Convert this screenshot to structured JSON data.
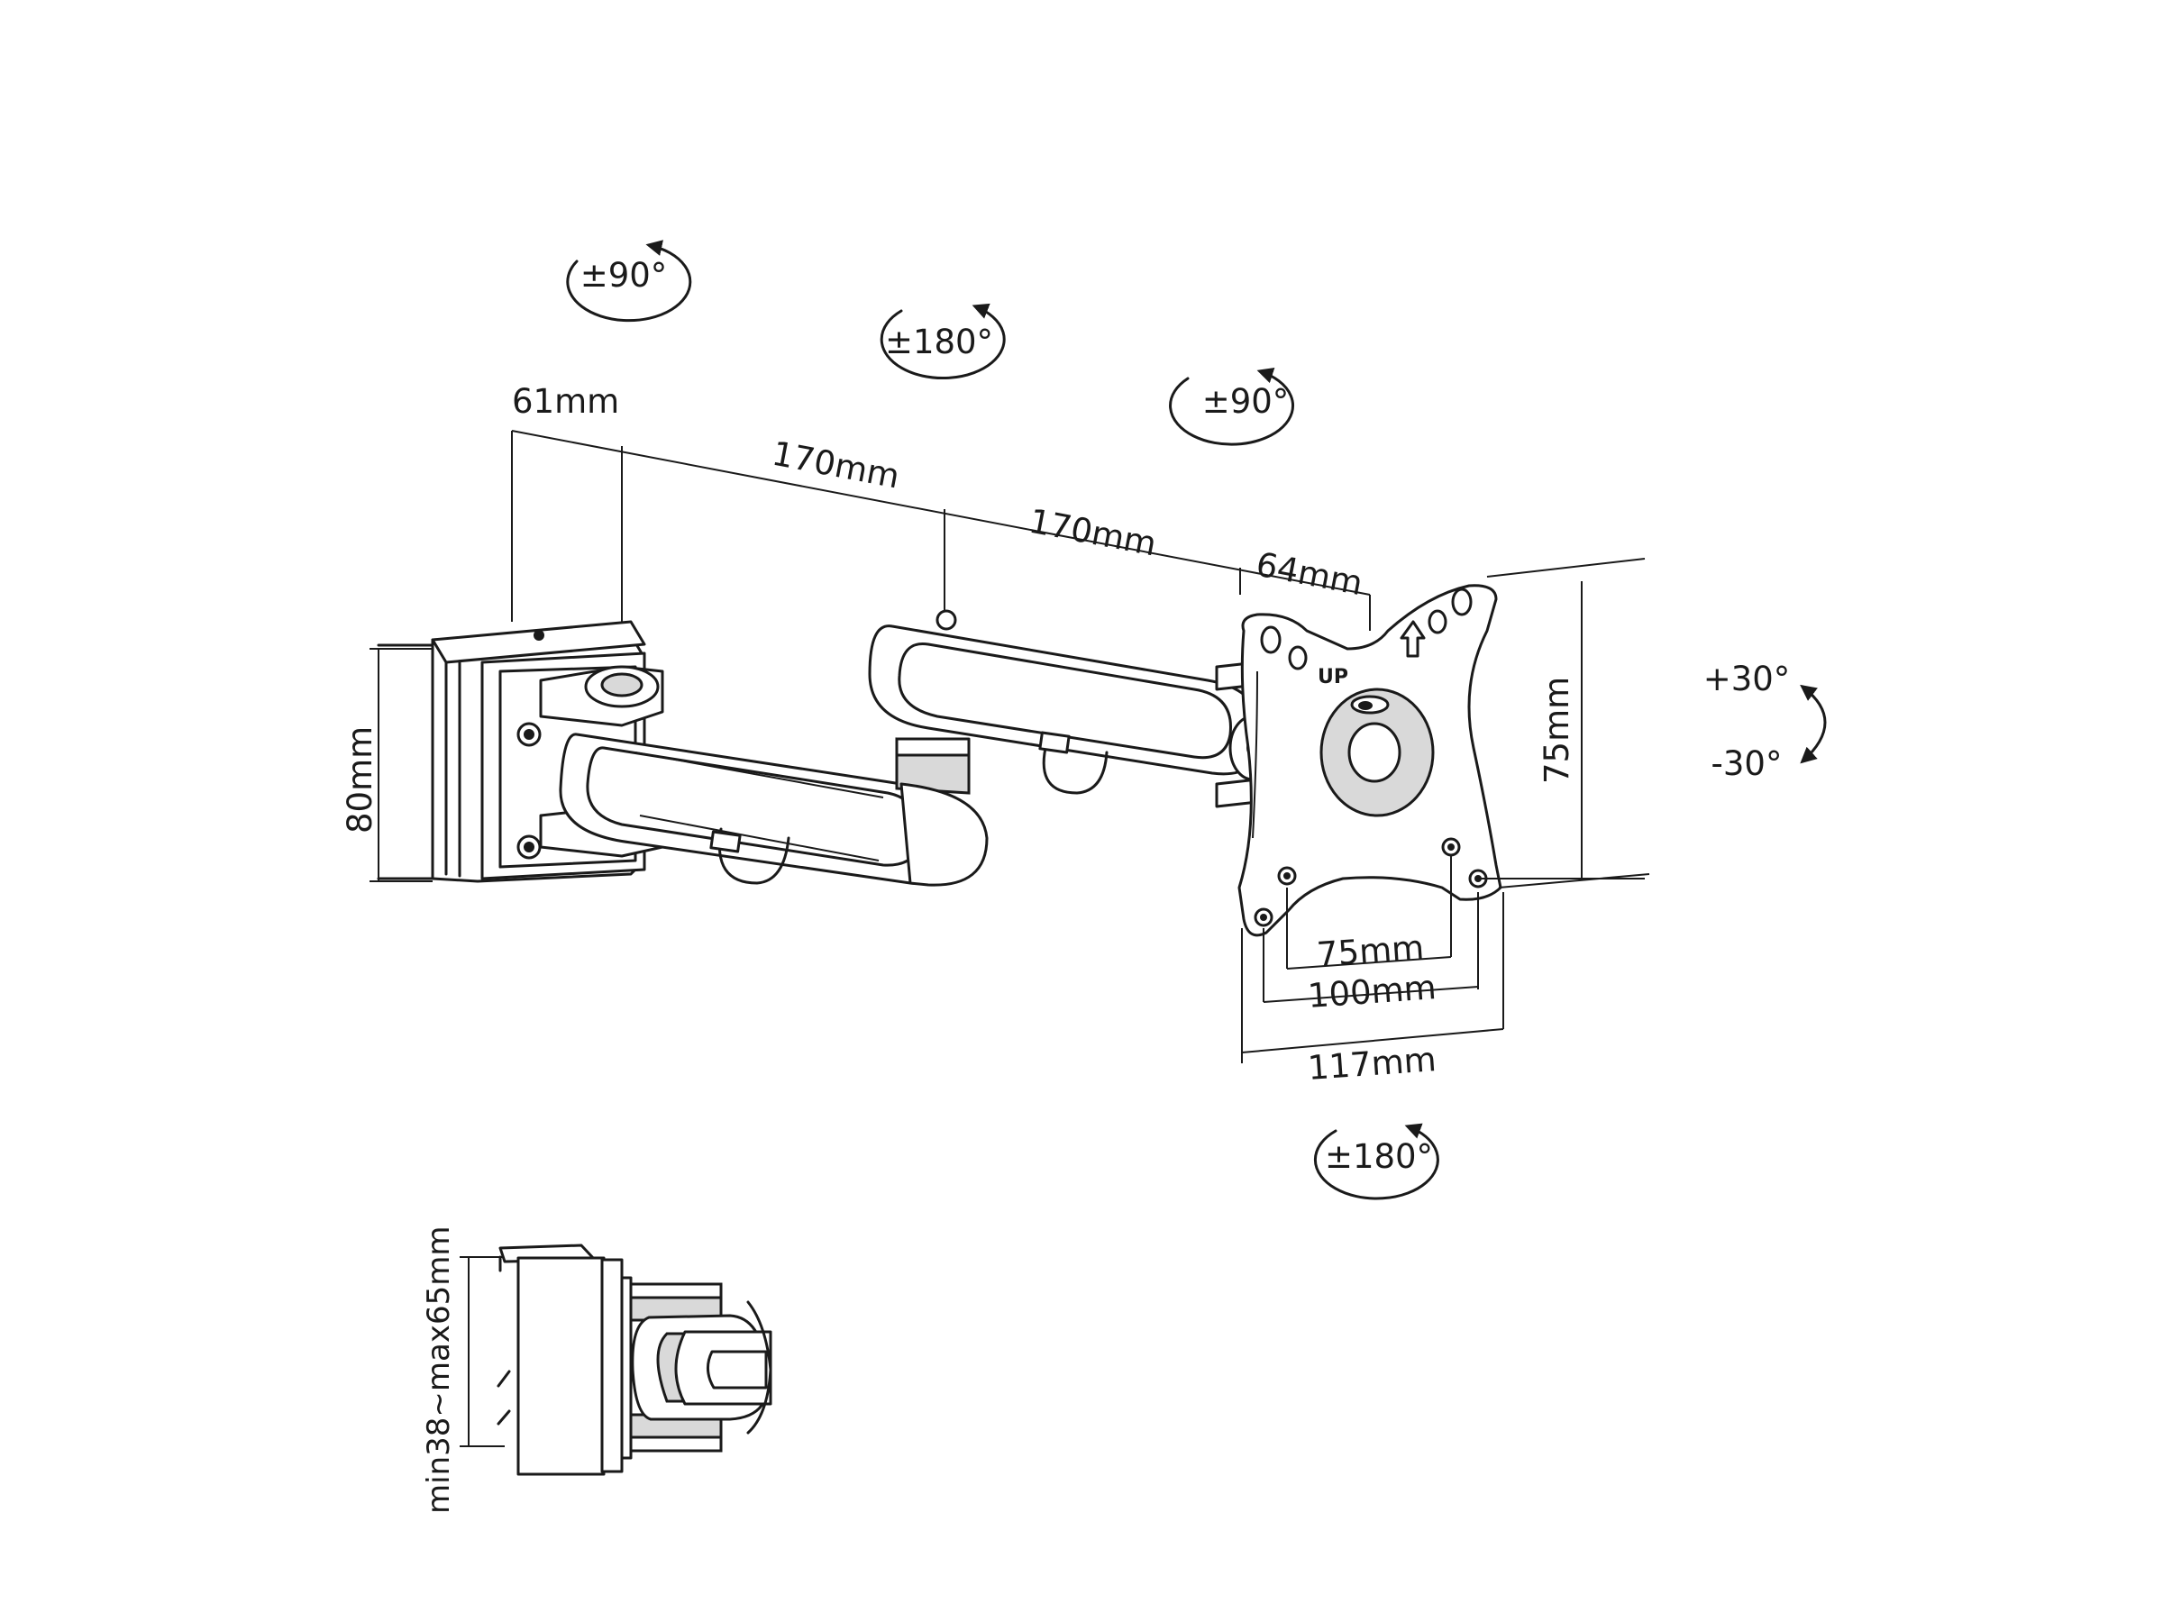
{
  "dimensions": {
    "clamp_depth": "61mm",
    "arm_first": "170mm",
    "arm_second": "170mm",
    "head_offset": "64mm",
    "clamp_height": "80mm",
    "vesa_height": "75mm",
    "vesa_width_small": "75mm",
    "vesa_width_large": "100mm",
    "plate_width": "117mm",
    "desk_thickness": "min38~max65mm"
  },
  "rotations": {
    "clamp_swivel": "±90°",
    "elbow_swivel": "±180°",
    "head_swivel": "±90°",
    "plate_rotation": "±180°",
    "tilt_up": "+30°",
    "tilt_down": "-30°"
  },
  "plate_marking": "UP"
}
